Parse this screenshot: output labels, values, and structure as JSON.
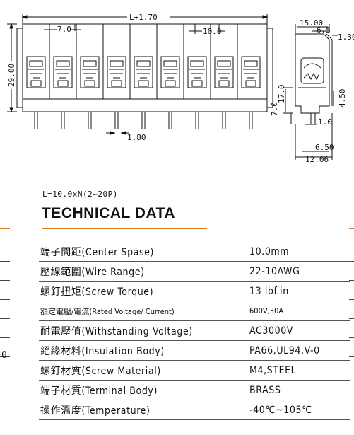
{
  "drawing": {
    "dim_total_width": "L+1.70",
    "dim_pitch": "7.0",
    "dim_pitch_right": "10.0",
    "dim_height": "29.00",
    "dim_pin": "1.80",
    "dim_pin_len": "7.0",
    "dim_side_height": "17.0",
    "dim_side_width": "15.00",
    "dim_side_top": "6.5",
    "dim_side_edge": "1.30",
    "dim_side_pin": "4.50",
    "dim_side_pin_w": "1.0",
    "dim_side_bottom": "6.50",
    "dim_side_base": "12.06"
  },
  "formula": "L=10.0xN(2~20P)",
  "section_title": "TECHNICAL DATA",
  "left_cut_digit": "0",
  "colors": {
    "accent": "#e07b24",
    "line": "#111111"
  },
  "specs": [
    {
      "label": "端子間距(Center Spase)",
      "value": "10.0mm"
    },
    {
      "label": "壓線範圍(Wire Range)",
      "value": "22-10AWG"
    },
    {
      "label": "螺釘扭矩(Screw Torque)",
      "value": "13 lbf.in"
    },
    {
      "label": "額定電壓/電流(Rated Voltage/ Current)",
      "value": "600V,30A",
      "small": true
    },
    {
      "label": "耐電壓值(Withstanding Voltage)",
      "value": "AC3000V"
    },
    {
      "label": "絕緣材料(Insulation Body)",
      "value": "PA66,UL94,V-0"
    },
    {
      "label": "螺釘材質(Screw Material)",
      "value": "M4,STEEL"
    },
    {
      "label": "端子材質(Terminal Body)",
      "value": "BRASS"
    },
    {
      "label": "操作溫度(Temperature)",
      "value": "-40℃~105℃"
    }
  ]
}
